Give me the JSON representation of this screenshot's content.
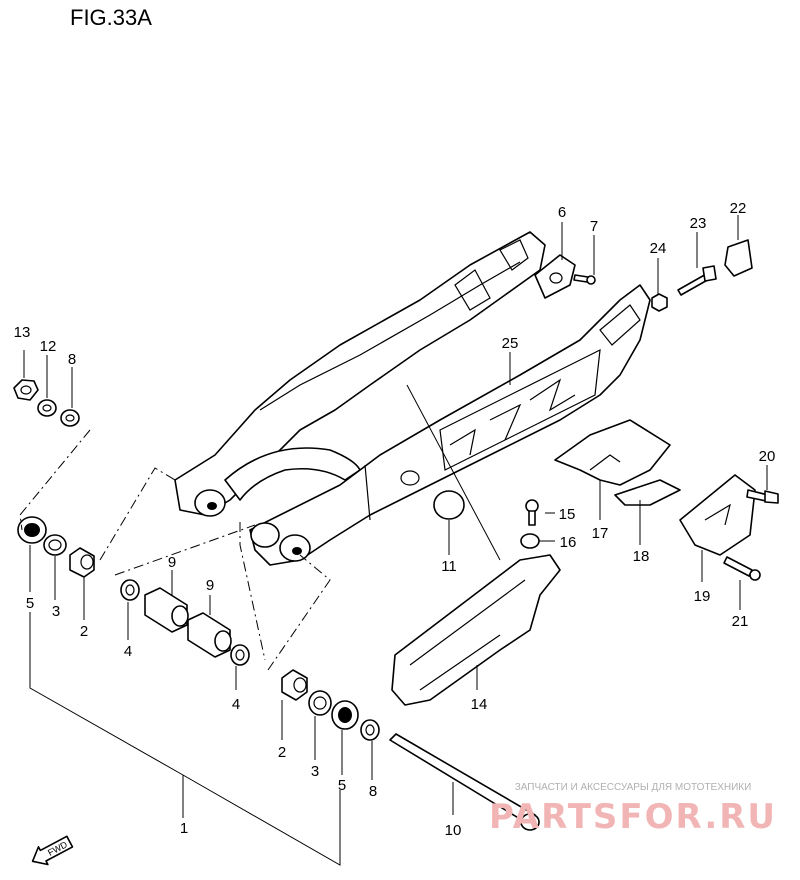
{
  "figure": {
    "title": "FIG.33A"
  },
  "callouts": {
    "c1": "1",
    "c2a": "2",
    "c2b": "2",
    "c3a": "3",
    "c3b": "3",
    "c4a": "4",
    "c4b": "4",
    "c5a": "5",
    "c5b": "5",
    "c6": "6",
    "c7": "7",
    "c8a": "8",
    "c8b": "8",
    "c9a": "9",
    "c9b": "9",
    "c10": "10",
    "c11": "11",
    "c12": "12",
    "c13": "13",
    "c14": "14",
    "c15": "15",
    "c16": "16",
    "c17": "17",
    "c18": "18",
    "c19": "19",
    "c20": "20",
    "c21": "21",
    "c22": "22",
    "c23": "23",
    "c24": "24",
    "c25": "25"
  },
  "watermark": {
    "tagline": "ЗАПЧАСТИ И АКСЕССУАРЫ ДЛЯ МОТОТЕХНИКИ",
    "brand": "PARTSFOR.RU"
  },
  "fwd_badge": {
    "label": "FWD"
  }
}
